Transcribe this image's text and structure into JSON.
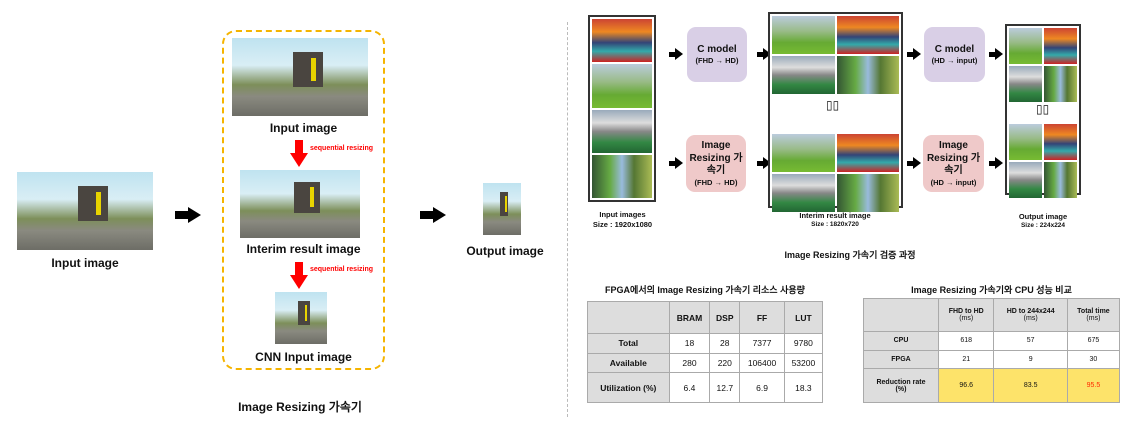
{
  "left": {
    "input_label": "Input image",
    "box_input_label": "Input image",
    "sequential_1": "sequential resizing",
    "interim_label": "Interim result image",
    "sequential_2": "sequential resizing",
    "cnn_label": "CNN Input image",
    "output_label": "Output image",
    "caption": "Image Resizing 가속기",
    "box_border_color": "#f5b400"
  },
  "flow": {
    "c_model_1": {
      "title": "C model",
      "sub": "(FHD → HD)"
    },
    "accel_1": {
      "title": "Image Resizing 가속기",
      "sub": "(FHD → HD)"
    },
    "c_model_2": {
      "title": "C model",
      "sub": "(HD → input)"
    },
    "accel_2": {
      "title": "Image Resizing 가속기",
      "sub": "(HD → input)"
    },
    "compare_glyph": "▯▯",
    "input_caption": "Input images",
    "input_size": "Size : 1920x1080",
    "interim_caption": "Interim result image",
    "interim_size": "Size : 1820x720",
    "output_caption": "Output image",
    "output_size": "Size : 224x224",
    "title": "Image Resizing 가속기 검증 과정"
  },
  "resource_table": {
    "title": "FPGA에서의 Image Resizing 가속기 리소스 사용량",
    "headers": [
      "",
      "BRAM",
      "DSP",
      "FF",
      "LUT"
    ],
    "rows": [
      [
        "Total",
        "18",
        "28",
        "7377",
        "9780"
      ],
      [
        "Available",
        "280",
        "220",
        "106400",
        "53200"
      ],
      [
        "Utilization (%)",
        "6.4",
        "12.7",
        "6.9",
        "18.3"
      ]
    ]
  },
  "perf_table": {
    "title": "Image Resizing 가속기와 CPU 성능 비교",
    "headers": [
      [
        "",
        ""
      ],
      [
        "FHD to HD",
        "(ms)"
      ],
      [
        "HD to 244x244",
        "(ms)"
      ],
      [
        "Total time",
        "(ms)"
      ]
    ],
    "rows": [
      [
        "CPU",
        "618",
        "57",
        "675"
      ],
      [
        "FPGA",
        "21",
        "9",
        "30"
      ]
    ],
    "reduction": {
      "label1": "Reduction rate",
      "label2": "(%)",
      "values": [
        "96.6",
        "83.5",
        "95.5"
      ]
    },
    "highlight_color": "#fde36a",
    "emphasis_color": "#ff2a00"
  }
}
